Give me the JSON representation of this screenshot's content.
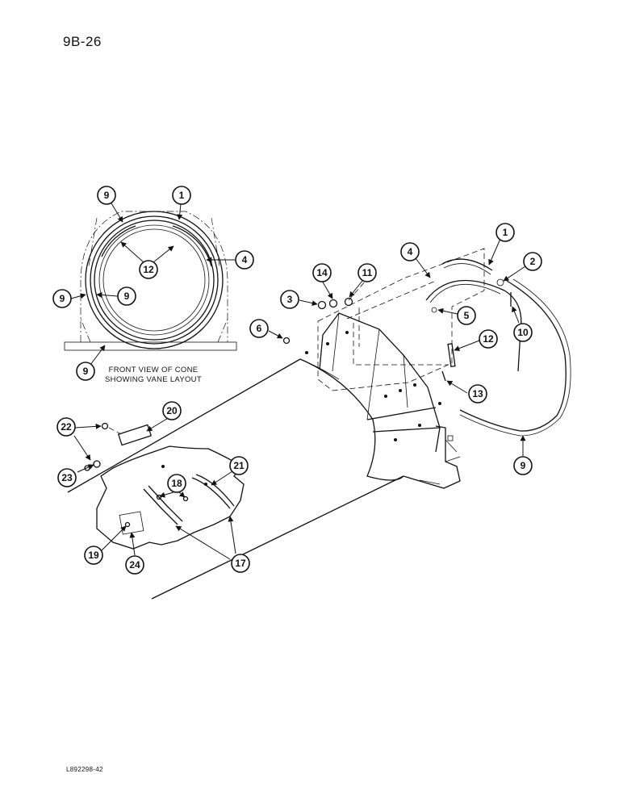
{
  "page_number": "9B-26",
  "footer_code": "L892298-42",
  "inset": {
    "caption_line1": "FRONT VIEW OF CONE",
    "caption_line2": "SHOWING VANE LAYOUT"
  },
  "callouts": [
    "9",
    "1",
    "4",
    "12",
    "9",
    "9",
    "9",
    "14",
    "11",
    "3",
    "6",
    "1",
    "2",
    "4",
    "5",
    "10",
    "12",
    "13",
    "9",
    "20",
    "22",
    "23",
    "21",
    "18",
    "17",
    "19",
    "24"
  ]
}
